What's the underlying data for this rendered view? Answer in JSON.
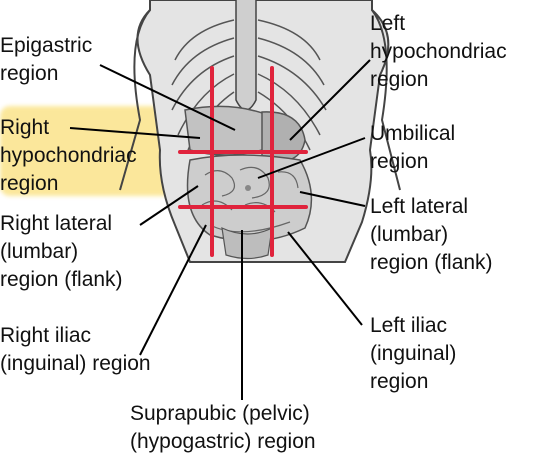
{
  "colors": {
    "body_fill": "#e4e4e4",
    "body_stroke": "#444444",
    "organ_fill": "#bdbdbd",
    "grid_line": "#e0233c",
    "highlight": "#f8d54a",
    "text": "#111111"
  },
  "labels": {
    "epigastric": "Epigastric\nregion",
    "right_hypochondriac": "Right\nhypochondriac\nregion",
    "right_lateral": "Right lateral\n(lumbar)\nregion (flank)",
    "right_iliac": "Right iliac\n(inguinal) region",
    "left_hypochondriac": "Left\nhypochondriac\nregion",
    "umbilical": "Umbilical\nregion",
    "left_lateral": "Left lateral\n(lumbar)\nregion (flank)",
    "left_iliac": "Left iliac\n(inguinal)\nregion",
    "suprapubic": "Suprapubic (pelvic)\n(hypogastric) region"
  }
}
